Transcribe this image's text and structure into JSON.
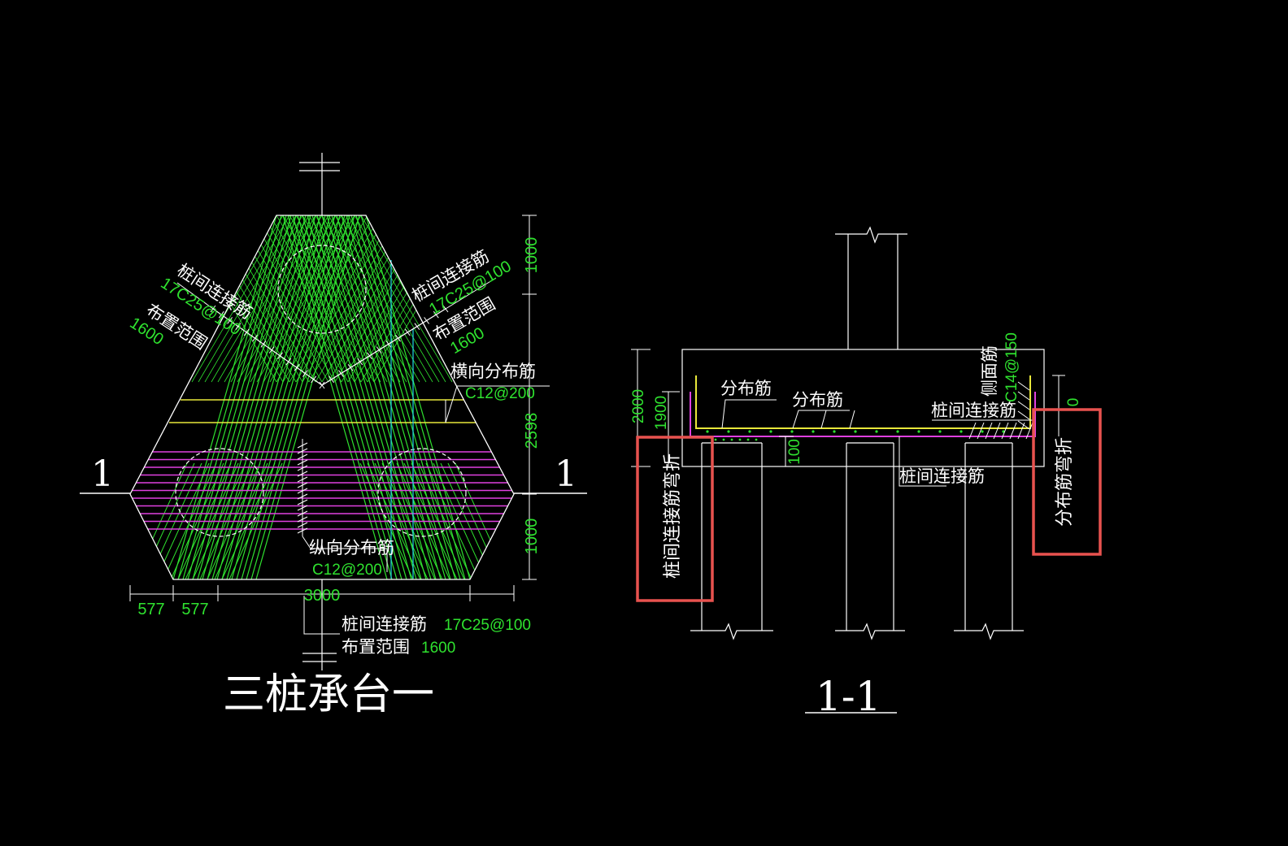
{
  "plan": {
    "title": "三桩承台一",
    "section_mark": "1",
    "top_left": {
      "label": "桩间连接筋",
      "spec": "17C25@100",
      "range_label": "布置范围",
      "range_value": "1600"
    },
    "top_right": {
      "label": "桩间连接筋",
      "spec": "17C25@100",
      "range_label": "布置范围",
      "range_value": "1600"
    },
    "transverse": {
      "label": "横向分布筋",
      "spec": "C12@200"
    },
    "longitudinal": {
      "label": "纵向分布筋",
      "spec": "C12@200"
    },
    "bottom": {
      "label": "桩间连接筋",
      "spec": "17C25@100",
      "range_label": "布置范围",
      "range_value": "1600"
    },
    "dims": {
      "top": "1000",
      "middle": "2598",
      "bottom": "1000",
      "width": "3000",
      "left1": "577",
      "left2": "577"
    }
  },
  "section": {
    "title": "1-1",
    "dist_bar_1": "分布筋",
    "dist_bar_2": "分布筋",
    "side_bar": "侧面筋",
    "side_spec": "C14@150",
    "pile_bar_top": "桩间连接筋",
    "pile_bar_bottom": "桩间连接筋",
    "dims": {
      "height": "2000",
      "inner": "1900",
      "cover": "100",
      "right": "0"
    },
    "callout_left": "桩间连接筋弯折",
    "callout_right": "分布筋弯折"
  },
  "colors": {
    "white": "#ffffff",
    "green": "#2fe22f",
    "yellow": "#e8e83a",
    "magenta": "#e040e0",
    "cyan": "#20d8e8",
    "callout": "#e8524f"
  }
}
